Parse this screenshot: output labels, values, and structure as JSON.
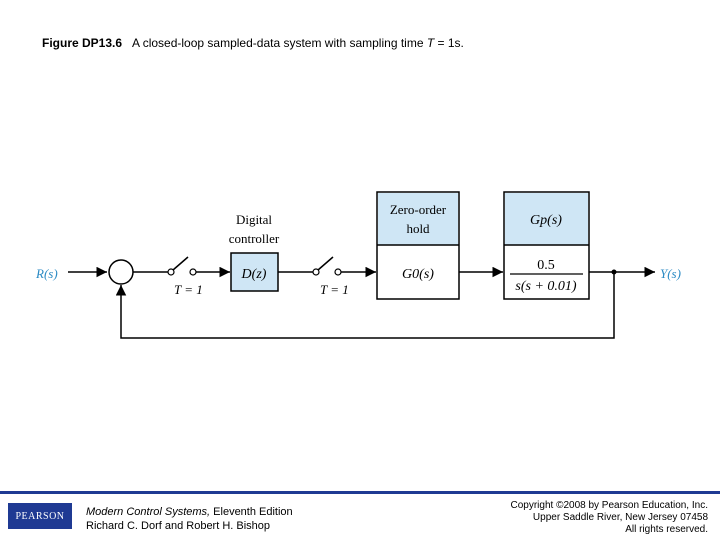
{
  "caption": {
    "number": "Figure DP13.6",
    "text": "A closed-loop sampled-data system with sampling time ",
    "var": "T",
    "suffix": " = 1s."
  },
  "diagram": {
    "input_label": "R(s)",
    "output_label": "Y(s)",
    "controller_caption_line1": "Digital",
    "controller_caption_line2": "controller",
    "controller_block": "D(z)",
    "sampler1_label": "T = 1",
    "sampler2_label": "T = 1",
    "zoh_caption_line1": "Zero-order",
    "zoh_caption_line2": "hold",
    "zoh_block": "G0(s)",
    "plant_caption": "Gp(s)",
    "plant_numerator": "0.5",
    "plant_denominator": "s(s + 0.01)",
    "colors": {
      "block_fill": "#cfe6f5",
      "signal_label": "#2a8ac4",
      "line": "#000000"
    }
  },
  "footer": {
    "logo_text": "PEARSON",
    "book_title": "Modern Control Systems,",
    "book_edition": " Eleventh Edition",
    "book_authors": "Richard C. Dorf and Robert H. Bishop",
    "copyright_line1": "Copyright ©2008 by Pearson Education, Inc.",
    "copyright_line2": "Upper Saddle River, New Jersey 07458",
    "copyright_line3": "All rights reserved."
  }
}
